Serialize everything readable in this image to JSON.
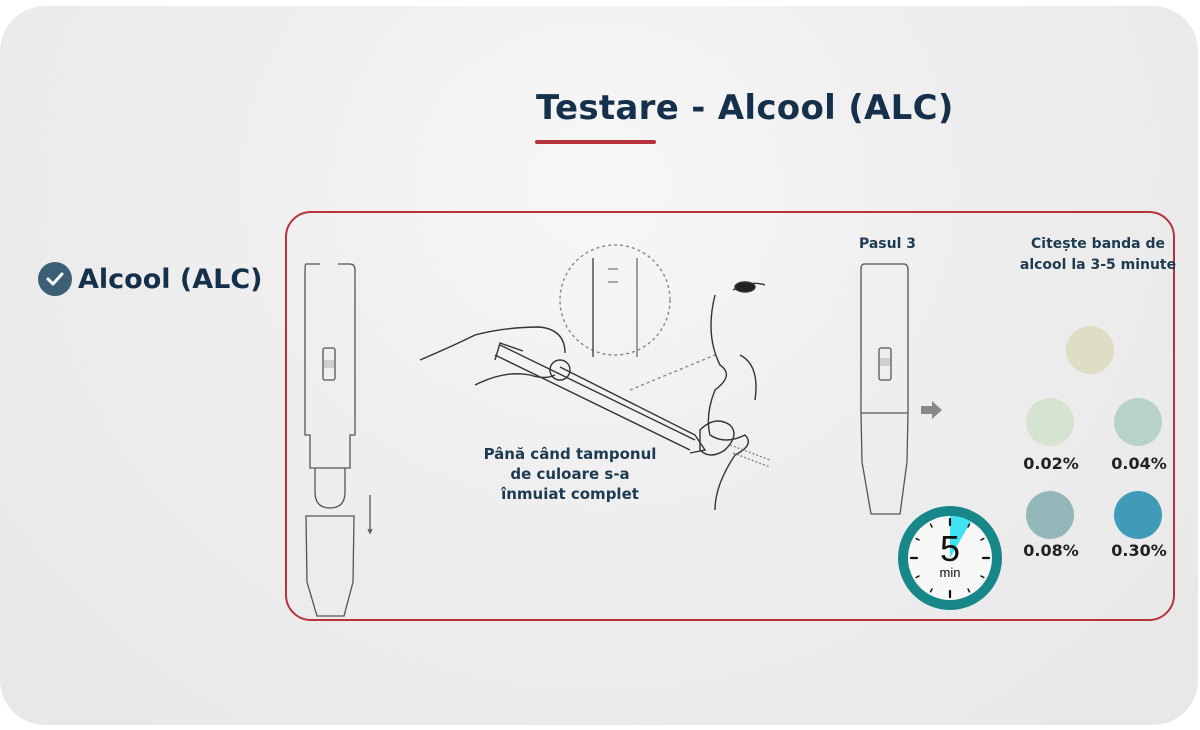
{
  "title": "Testare - Alcool (ALC)",
  "side_label": {
    "text": "Alcool (ALC)",
    "icon": "check-circle-icon"
  },
  "panel": {
    "swab_caption": [
      "Până când tamponul",
      "de culoare s-a",
      "înmuiat complet"
    ],
    "step_label": "Pasul 3",
    "read_instruction": [
      "Citește banda de",
      "alcool la 3-5 minute"
    ],
    "timer": {
      "value": "5",
      "unit": "min"
    },
    "reference_swatch_color": "#dddec4",
    "scale": [
      {
        "label": "0.02%",
        "color": "#d6e3d0"
      },
      {
        "label": "0.04%",
        "color": "#b7d2cb"
      },
      {
        "label": "0.08%",
        "color": "#93b6b9"
      },
      {
        "label": "0.30%",
        "color": "#3f9bb8"
      }
    ]
  },
  "colors": {
    "title_text": "#15304a",
    "accent_red": "#b8323c",
    "check_bg": "#3d5f75",
    "timer_ring": "#17878a",
    "timer_wedge": "#3fe3f3"
  }
}
